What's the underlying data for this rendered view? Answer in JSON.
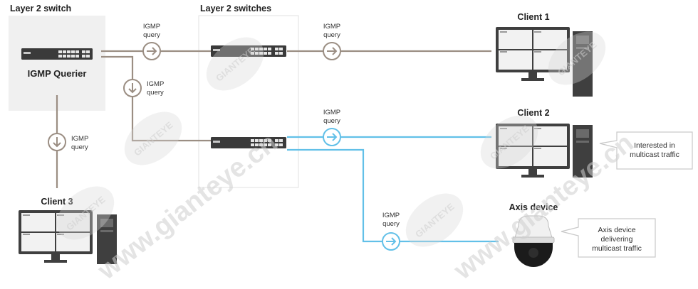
{
  "labels": {
    "layer2_switch": "Layer 2 switch",
    "layer2_switches": "Layer 2 switches",
    "igmp_querier": "IGMP Querier",
    "client1": "Client 1",
    "client2": "Client 2",
    "client3": "Client 3",
    "axis_device": "Axis device"
  },
  "igmp": {
    "line1": "IGMP",
    "line2": "query"
  },
  "callouts": {
    "client2": [
      "Interested in",
      "multicast traffic"
    ],
    "axis": [
      "Axis device",
      "delivering",
      "multicast traffic"
    ]
  },
  "watermark": {
    "text": "www.gianteye.cn",
    "logo": "GIANTEYE"
  },
  "colors": {
    "igmp_line": "#9b8e83",
    "multicast_line": "#62c0e8",
    "panel_bg": "#f0f0f0",
    "dark_device": "#3a3a3a"
  }
}
